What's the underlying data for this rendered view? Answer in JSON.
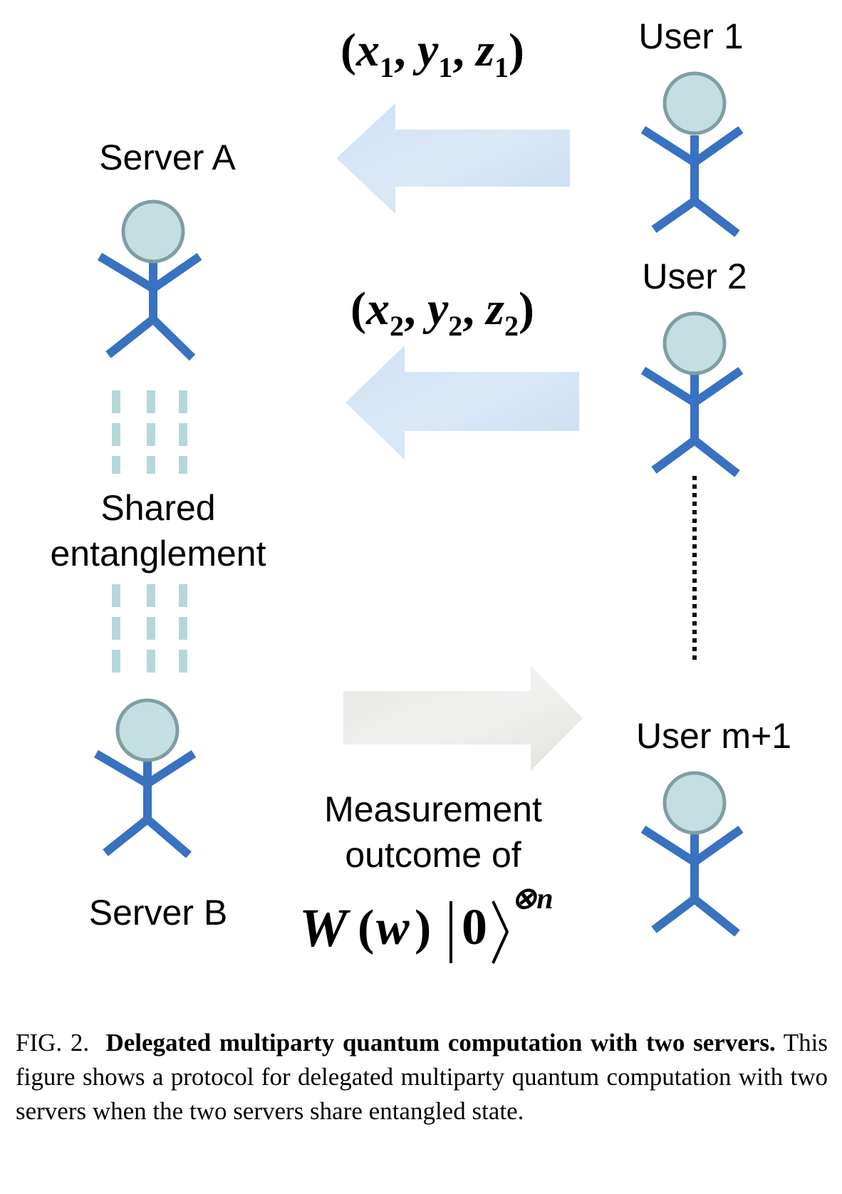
{
  "nodes": {
    "server_a": "Server A",
    "server_b": "Server B",
    "user_1": "User 1",
    "user_2": "User 2",
    "user_m1": "User m+1"
  },
  "link": {
    "entanglement_line1": "Shared",
    "entanglement_line2": "entanglement"
  },
  "messages": {
    "msg1": {
      "x": "x",
      "y": "y",
      "z": "z",
      "sub": "1"
    },
    "msg2": {
      "x": "x",
      "y": "y",
      "z": "z",
      "sub": "2"
    },
    "outcome_line1": "Measurement",
    "outcome_line2": "outcome of",
    "outcome_W": "W",
    "outcome_w": "w",
    "outcome_zero": "0",
    "outcome_sup": "⊗n"
  },
  "caption": {
    "fig": "FIG. 2.",
    "title": "Delegated multiparty quantum computation with two servers.",
    "body": "This figure shows a protocol for delegated multiparty quantum computation with two servers when the two servers share entangled state."
  },
  "colors": {
    "figure_blue": "#3872c0",
    "head_fill": "#c3dfe2",
    "head_stroke": "#7f9ea3",
    "dash_color": "#b4d8da",
    "arrow_blue": "#d3e4f5",
    "arrow_gray": "#ececea"
  }
}
